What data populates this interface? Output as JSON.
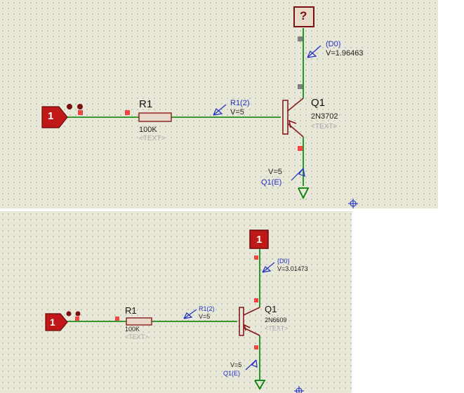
{
  "top": {
    "input_terminal": "1",
    "resistor": {
      "name": "R1",
      "value": "100K",
      "text": "<TEXT>"
    },
    "transistor": {
      "name": "Q1",
      "model": "2N3702",
      "text": "<TEXT>"
    },
    "output_indicator": "?",
    "probe_r1": {
      "name": "R1(2)",
      "voltage": "V=5"
    },
    "probe_d0": {
      "name": "(D0)",
      "voltage": "V=1.96463"
    },
    "probe_q1e": {
      "name": "Q1(E)",
      "voltage": "V=5"
    }
  },
  "bottom": {
    "input_terminal": "1",
    "resistor": {
      "name": "R1",
      "value": "100K",
      "text": "<TEXT>"
    },
    "transistor": {
      "name": "Q1",
      "model": "2N6609",
      "text": "<TEXT>"
    },
    "output_indicator": "1",
    "probe_r1": {
      "name": "R1(2)",
      "voltage": "V=5"
    },
    "probe_d0": {
      "name": "(D0)",
      "voltage": "V=3.01473"
    },
    "probe_q1e": {
      "name": "Q1(E)",
      "voltage": "V=5"
    }
  },
  "colors": {
    "wire": "#008000",
    "component": "#8a1a1a",
    "terminal_fill": "#c01818",
    "probe": "#2030c8",
    "pin": "#ff4444"
  }
}
